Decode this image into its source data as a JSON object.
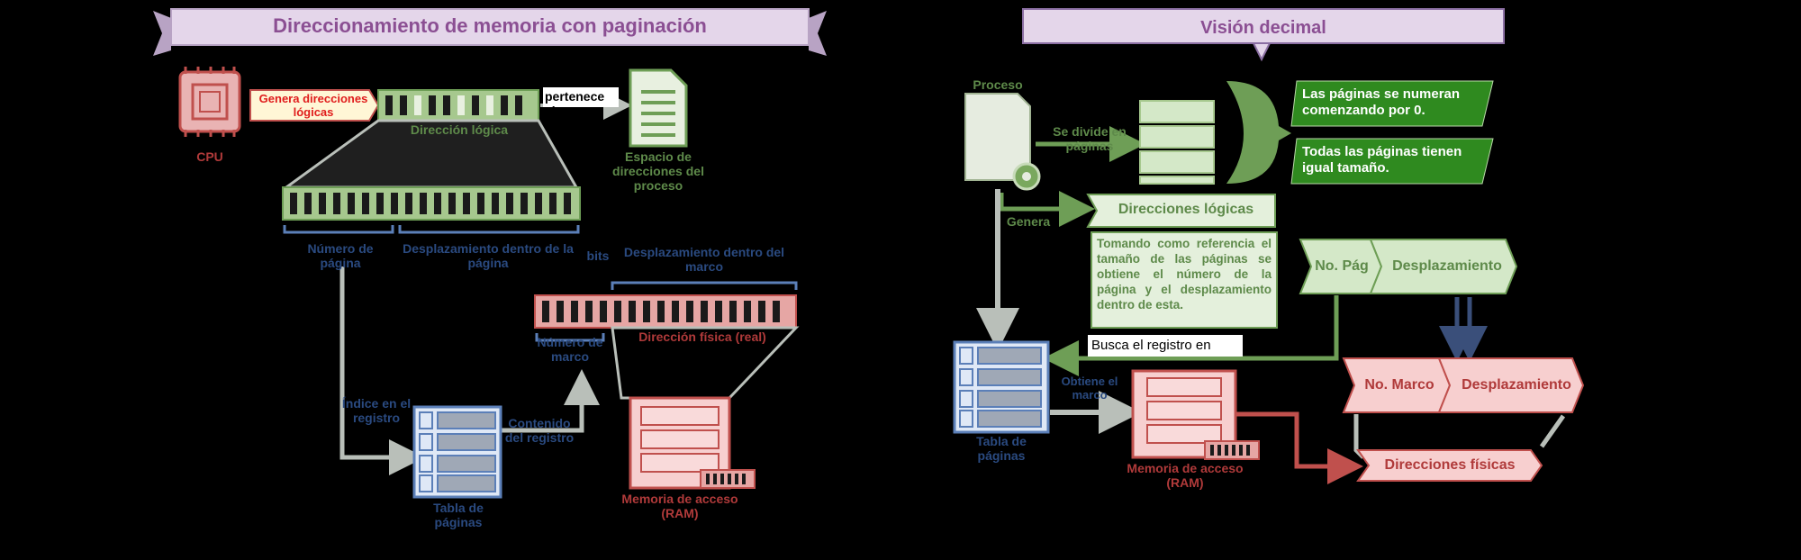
{
  "left_panel": {
    "title": "Direccionamiento de memoria con paginación",
    "cpu_label": "CPU",
    "genera_label": "Genera direcciones lógicas",
    "logical_address_label": "Dirección lógica",
    "pertenece_label": "pertenece al",
    "process_label": "Espacio de direcciones del proceso",
    "page_number_label": "Número de página",
    "displacement_label": "Desplazamiento dentro de la página",
    "displacement_frame_label": "Desplazamiento dentro del marco",
    "bits_label": "bits",
    "physical_address_label": "Dirección física (real)",
    "frame_number_label": "Número de marco",
    "page_table_label": "Tabla de páginas",
    "index_label": "Índice en el registro",
    "content_label": "Contenido del registro",
    "memory_label": "Memoria de acceso (RAM)"
  },
  "right_panel": {
    "title": "Visión decimal",
    "process_label": "Proceso",
    "split_label": "Se divide en páginas",
    "note1": "Las páginas se numeran comenzando por 0.",
    "note2": "Todas las páginas tienen igual tamaño.",
    "logical_box": "Direcciones lógicas",
    "explanation": "Tomando como referencia el tamaño de las páginas se obtiene el número de la página y el desplazamiento dentro de esta.",
    "genera_label": "Genera",
    "page_no": "No. Pág",
    "displacement": "Desplazamiento",
    "busca_label": "Busca el registro en",
    "frame_no": "No. Marco",
    "displacement2": "Desplazamiento",
    "page_table_label": "Tabla de páginas",
    "memory_label": "Memoria de acceso (RAM)",
    "physical_box": "Direcciones físicas",
    "obtiene_label": "Obtiene el marco"
  },
  "colors": {
    "title_bg": "#e4d6ea",
    "title_text": "#8b4f93",
    "green": "#7aa85e",
    "green_light": "#d4e8c8",
    "blue": "#5b7fb8",
    "blue_light": "#c9d8ee",
    "red": "#c0504d",
    "red_light": "#f4cccc",
    "dark_green": "#2f8a1f"
  }
}
